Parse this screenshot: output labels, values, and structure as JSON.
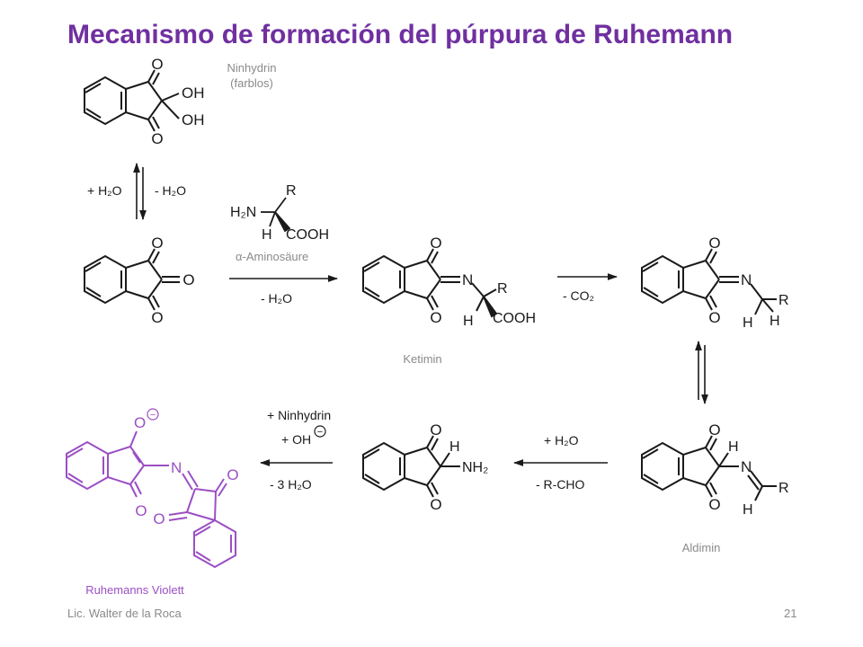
{
  "slide": {
    "title": "Mecanismo de formación del púrpura de Ruhemann",
    "footer_author": "Lic. Walter de la Roca",
    "page_number": "21"
  },
  "labels": {
    "ninhydrin_name": "Ninhydrin",
    "ninhydrin_note": "(farblos)",
    "ketimin": "Ketimin",
    "aldimin": "Aldimin",
    "product": "Ruhemanns Violett",
    "amino_acid": "α-Aminosäure"
  },
  "atoms": {
    "O": "O",
    "OH": "OH",
    "N": "N",
    "H": "H",
    "R": "R",
    "COOH": "COOH",
    "H2N": "H₂N",
    "NH2": "NH₂",
    "O_minus": "O",
    "charge": "−"
  },
  "reagents": {
    "plus_h2o": "+ H₂O",
    "minus_h2o": "- H₂O",
    "minus_co2": "- CO₂",
    "minus_rcho": "- R-CHO",
    "plus_ninhydrin": "+ Ninhydrin",
    "plus_oh": "+ OH",
    "minus_3h2o": "- 3 H₂O"
  },
  "colors": {
    "ink": "#1a1a1a",
    "product": "#9b4fc4",
    "title": "#7030a0",
    "caption": "#8a8a8a"
  }
}
